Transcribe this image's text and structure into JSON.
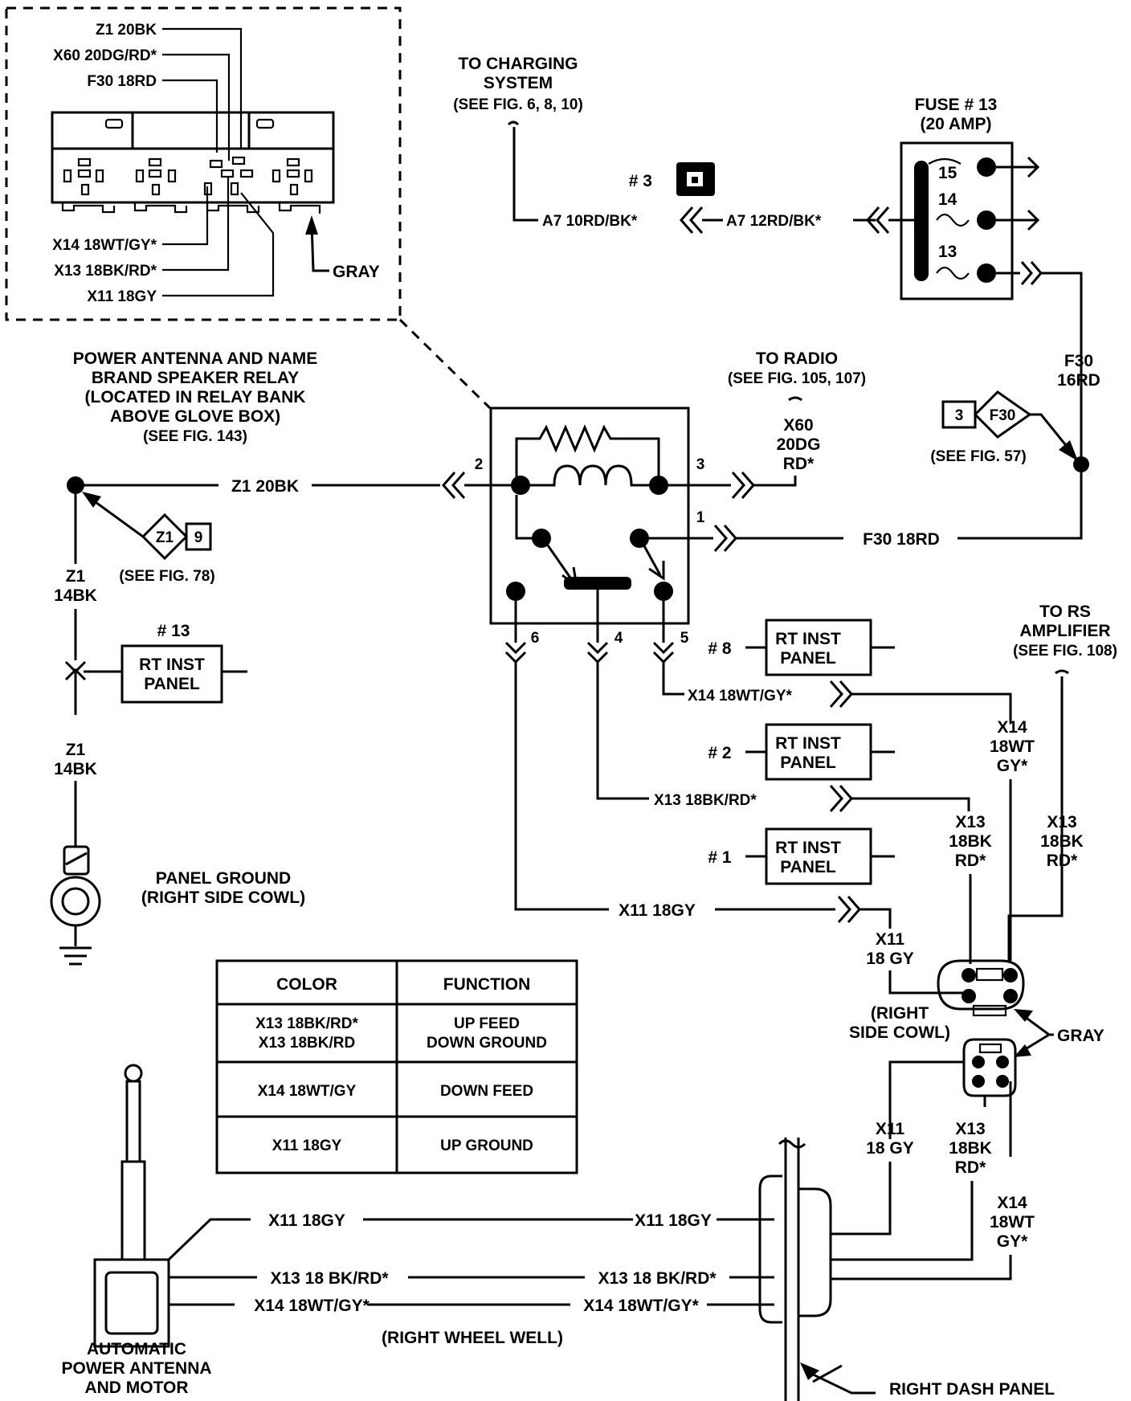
{
  "inset": {
    "wires": [
      "Z1 20BK",
      "X60 20DG/RD*",
      "F30 18RD",
      "X14 18WT/GY*",
      "X13 18BK/RD*",
      "X11 18GY"
    ],
    "connector_color": "GRAY"
  },
  "charging": {
    "title1": "TO CHARGING",
    "title2": "SYSTEM",
    "ref": "(SEE FIG. 6, 8, 10)"
  },
  "splice3": "# 3",
  "a7": {
    "left": "A7 10RD/BK*",
    "right": "A7 12RD/BK*"
  },
  "fuse": {
    "title": "FUSE # 13",
    "rating": "(20 AMP)",
    "terminals": [
      "15",
      "14",
      "13"
    ]
  },
  "f30_vertical": [
    "F30",
    "16RD"
  ],
  "f30_ref": {
    "num": "3",
    "code": "F30",
    "see": "(SEE FIG. 57)"
  },
  "relay": {
    "desc": [
      "POWER ANTENNA AND NAME",
      "BRAND SPEAKER RELAY",
      "(LOCATED IN RELAY BANK",
      "ABOVE GLOVE BOX)",
      "(SEE FIG. 143)"
    ],
    "pins": [
      "2",
      "3",
      "1",
      "6",
      "4",
      "5"
    ]
  },
  "radio": {
    "title": "TO RADIO",
    "ref": "(SEE FIG. 105, 107)",
    "wire": [
      "X60",
      "20DG",
      "RD*"
    ]
  },
  "z1": {
    "main": "Z1 20BK",
    "upper": [
      "Z1",
      "14BK"
    ],
    "lower": [
      "Z1",
      "14BK"
    ],
    "ref_code": "Z1",
    "ref_num": "9",
    "see": "(SEE FIG. 78)"
  },
  "f30_relay": "F30 18RD",
  "rt_inst_left": {
    "num": "# 13",
    "line1": "RT INST",
    "line2": "PANEL"
  },
  "ground": [
    "PANEL GROUND",
    "(RIGHT SIDE COWL)"
  ],
  "rt_inst": [
    {
      "num": "# 8",
      "line1": "RT INST",
      "line2": "PANEL"
    },
    {
      "num": "# 2",
      "line1": "RT INST",
      "line2": "PANEL"
    },
    {
      "num": "# 1",
      "line1": "RT INST",
      "line2": "PANEL"
    }
  ],
  "relay_wires": {
    "x14": "X14 18WT/GY*",
    "x13": "X13 18BK/RD*",
    "x11": "X11 18GY"
  },
  "rs_amp": {
    "title1": "TO RS",
    "title2": "AMPLIFIER",
    "ref": "(SEE FIG. 108)"
  },
  "cowl_labels": {
    "x14_upper": [
      "X14",
      "18WT",
      "GY*"
    ],
    "x13_left": [
      "X13",
      "18BK",
      "RD*"
    ],
    "x13_right": [
      "X13",
      "18BK",
      "RD*"
    ],
    "x11_upper": [
      "X11",
      "18 GY"
    ],
    "location": [
      "(RIGHT",
      "SIDE COWL)"
    ],
    "gray": "GRAY",
    "x11_lower": [
      "X11",
      "18 GY"
    ],
    "x13_lower": [
      "X13",
      "18BK",
      "RD*"
    ],
    "x14_lower": [
      "X14",
      "18WT",
      "GY*"
    ]
  },
  "table": {
    "headers": [
      "COLOR",
      "FUNCTION"
    ],
    "rows": [
      {
        "color": [
          "X13 18BK/RD*",
          "X13 18BK/RD"
        ],
        "function": [
          "UP FEED",
          "DOWN GROUND"
        ]
      },
      {
        "color": [
          "X14 18WT/GY"
        ],
        "function": [
          "DOWN FEED"
        ]
      },
      {
        "color": [
          "X11 18GY"
        ],
        "function": [
          "UP GROUND"
        ]
      }
    ]
  },
  "antenna": {
    "wires_left": [
      "X11 18GY",
      "X13 18 BK/RD*",
      "X14 18WT/GY*"
    ],
    "wires_right": [
      "X11 18GY",
      "X13 18 BK/RD*",
      "X14 18WT/GY*"
    ],
    "label": [
      "AUTOMATIC",
      "POWER ANTENNA",
      "AND MOTOR"
    ],
    "location": "(RIGHT WHEEL WELL)",
    "dash": "RIGHT DASH PANEL"
  }
}
